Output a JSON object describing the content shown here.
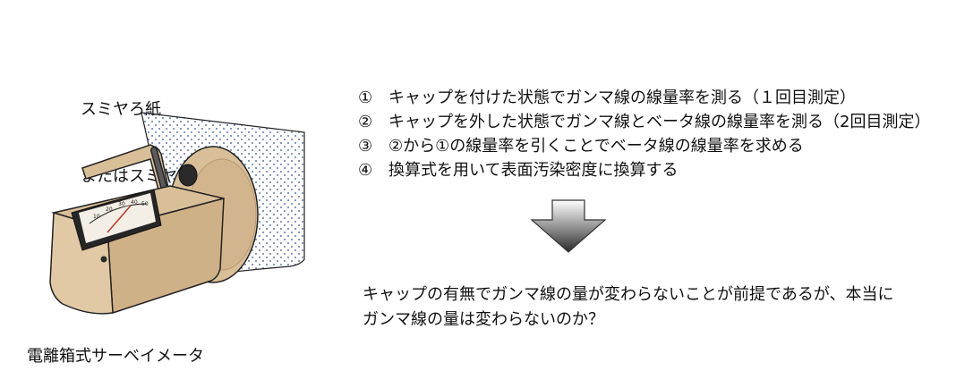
{
  "labels": {
    "smear_line1": "スミヤろ紙",
    "smear_line2": "またはスミヤ布",
    "meter_caption": "電離箱式サーベイメータ",
    "dial_ticks": [
      "10",
      "20",
      "30",
      "40",
      "50"
    ]
  },
  "steps": [
    {
      "num": "①",
      "text": "キャップを付けた状態でガンマ線の線量率を測る（１回目測定）"
    },
    {
      "num": "②",
      "text": "キャップを外した状態でガンマ線とベータ線の線量率を測る（2回目測定）"
    },
    {
      "num": "③",
      "text": "②から①の線量率を引くことでベータ線の線量率を求める"
    },
    {
      "num": "④",
      "text": "換算式を用いて表面汚染密度に換算する"
    }
  ],
  "conclusion": {
    "line1": "キャップの有無でガンマ線の量が変わらないことが前提であるが、本当に",
    "line2": "ガンマ線の量は変わらないのか？"
  },
  "colors": {
    "tan": "#d9bf98",
    "tan_dark": "#b89a70",
    "outline": "#222222",
    "dial_face": "#f3efe6",
    "dial_frame": "#262626",
    "paper_dots": "#2f5597"
  },
  "icons": {
    "arrow": "down-arrow-icon",
    "meter": "survey-meter-icon"
  }
}
